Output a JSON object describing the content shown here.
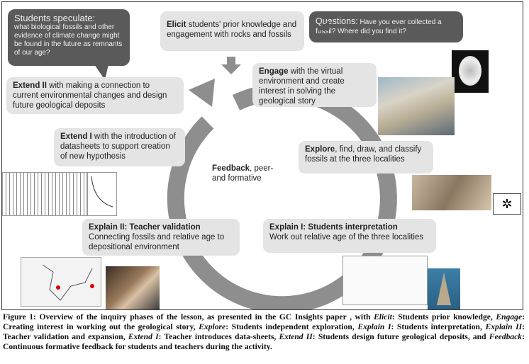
{
  "figure": {
    "speculate": {
      "title": "Students speculate:",
      "body": "what biological fossils and other evidence of climate change might be found in the future as remnants of our age?"
    },
    "questions": {
      "label": "Questions:",
      "body": " Have you ever collected a fossil? Where did you find it?"
    },
    "elicit": {
      "label": "Elicit",
      "body": " students' prior knowledge and engagement with rocks and fossils"
    },
    "engage": {
      "label": "Engage",
      "body": " with the virtual environment and create interest in solving the geological story"
    },
    "explore": {
      "label": "Explore",
      "body": ", find, draw, and classify fossils at the three localities"
    },
    "explain1": {
      "label": "Explain I: Students interpretation",
      "body": "Work out relative age of the three localities"
    },
    "explain2": {
      "label": "Explain II: Teacher validation",
      "body": "Connecting fossils and relative age to depositional environment"
    },
    "extend1": {
      "label": "Extend I",
      "body": " with the introduction of datasheets to support creation of new hypothesis"
    },
    "extend2": {
      "label": "Extend II",
      "body": " with making a connection to current environmental changes and design future geological deposits"
    },
    "feedback": {
      "label": "Feedback",
      "body": ", peer- and formative"
    }
  },
  "caption": {
    "lead": "Figure 1",
    "t1": ": Overview of the inquiry phases of the lesson, as presented in the GC Insights paper , with ",
    "i1": "Elicit",
    "t2": ": Students prior knowledge, ",
    "i2": "Engage",
    "t3": ": Creating interest in working out the geological story, ",
    "i3": "Explore",
    "t4": ": Students independent exploration, ",
    "i4": "Explain I",
    "t5": ": Students interpretation, ",
    "i5": "Explain II",
    "t6": ": Teacher validation and expansion, ",
    "i6": "Extend I",
    "t7": ": Teacher introduces data-sheets, ",
    "i7": "Extend II",
    "t8": ": Students design future geological deposits, and ",
    "i8": "Feedback",
    "t9": ": Continuous formative feedback for students and teachers during the activity."
  }
}
